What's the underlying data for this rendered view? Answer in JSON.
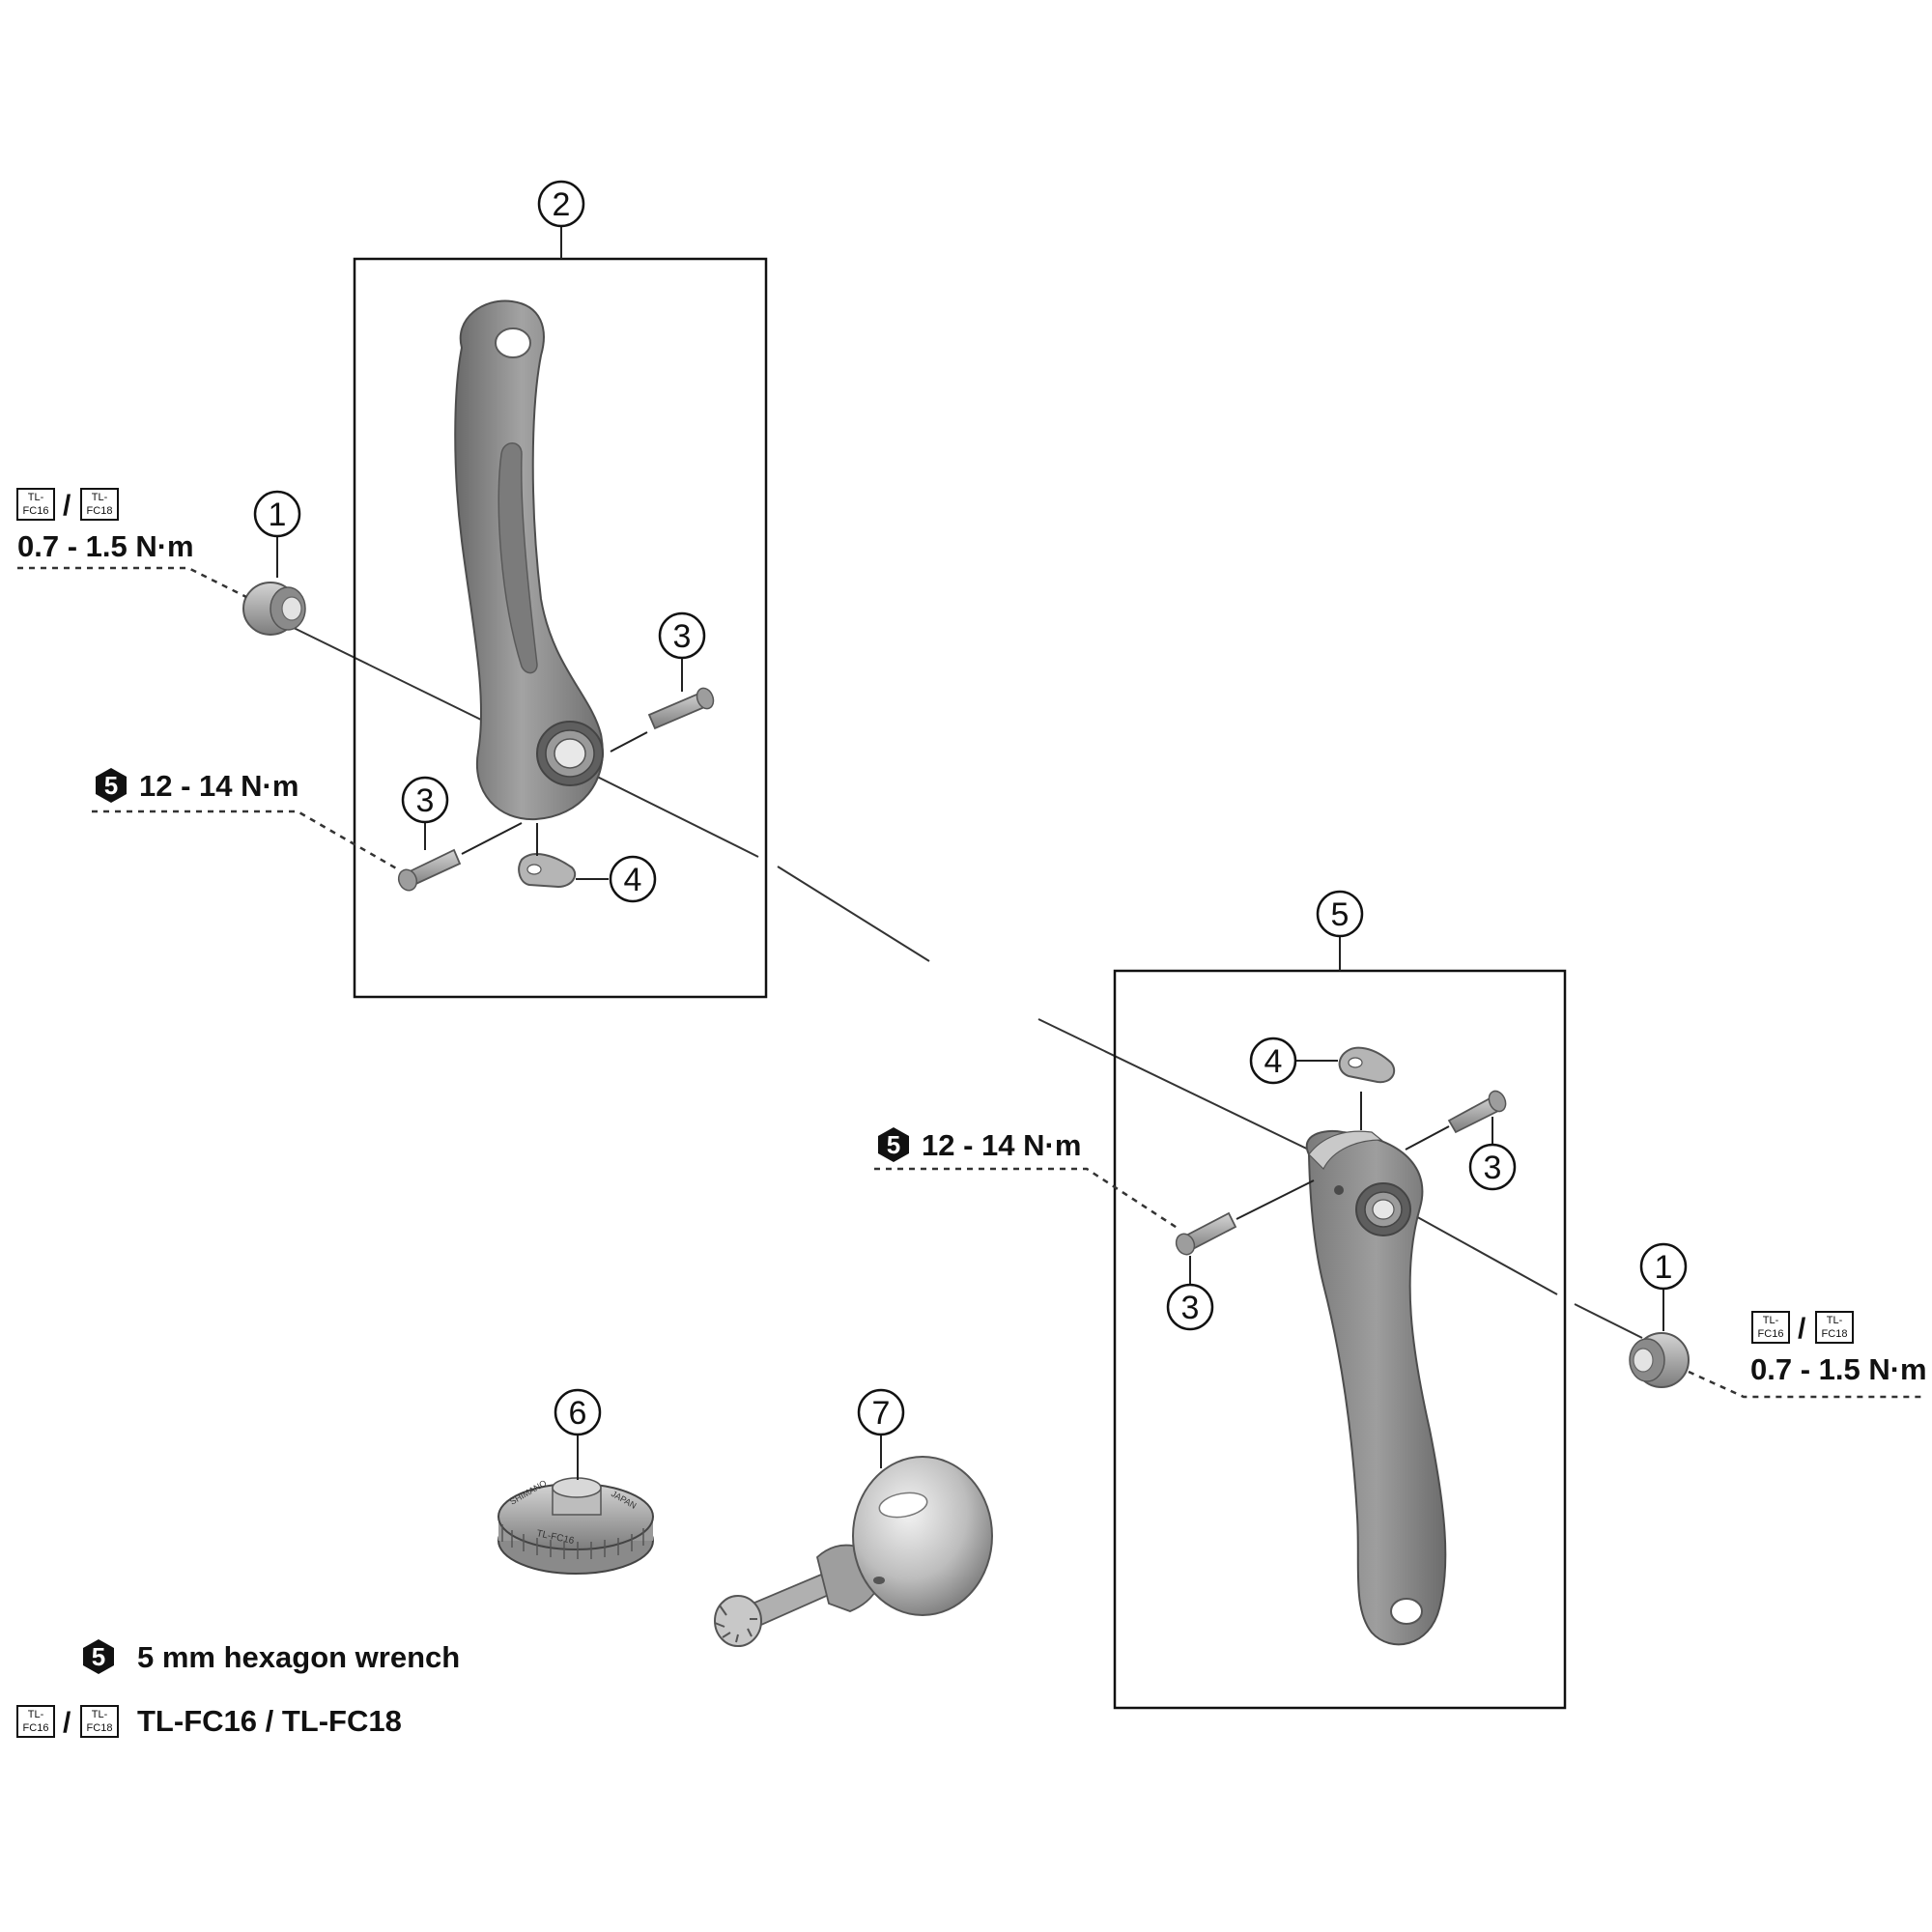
{
  "callouts": {
    "c1_left": "1",
    "c2": "2",
    "c3_upper_left": "3",
    "c3_lower_left": "3",
    "c4_left": "4",
    "c5": "5",
    "c4_right": "4",
    "c3_upper_right": "3",
    "c3_lower_right": "3",
    "c1_right": "1",
    "c6": "6",
    "c7": "7"
  },
  "torque": {
    "cap_left": "0.7 - 1.5 N·m",
    "bolt_left": "12 - 14 N·m",
    "bolt_right": "12 - 14 N·m",
    "cap_right": "0.7 - 1.5 N·m"
  },
  "tool_badges": {
    "tl_fc16_line1": "TL-",
    "tl_fc16_line2": "FC16",
    "tl_fc18_line1": "TL-",
    "tl_fc18_line2": "FC18",
    "separator": "/"
  },
  "wrench_badge": "5",
  "legend": {
    "wrench_text": "5 mm hexagon wrench",
    "tools_text": "TL-FC16 / TL-FC18"
  },
  "tool_markings": {
    "cap_tool_text": "TL-FC16",
    "cap_tool_brand": "SHIMANO",
    "cap_tool_origin": "JAPAN"
  },
  "colors": {
    "part_gray": "#8d8d8d",
    "part_dark": "#5e5e5e",
    "part_light": "#bdbdbd",
    "ink": "#111111"
  }
}
